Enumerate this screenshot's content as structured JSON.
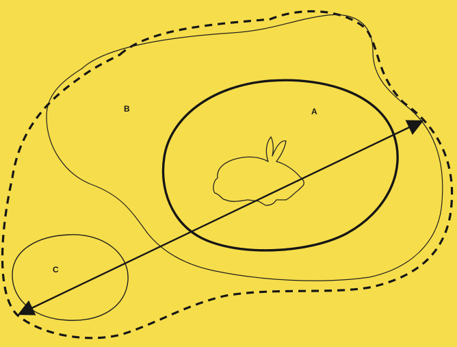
{
  "diagram": {
    "background_color": "#f6dd4b",
    "ink_color": "#161616",
    "labels": {
      "a": "A",
      "b": "B",
      "c": "C"
    },
    "icons": {
      "animal": "rabbit-icon",
      "arrow": "double-headed-arrow"
    }
  }
}
